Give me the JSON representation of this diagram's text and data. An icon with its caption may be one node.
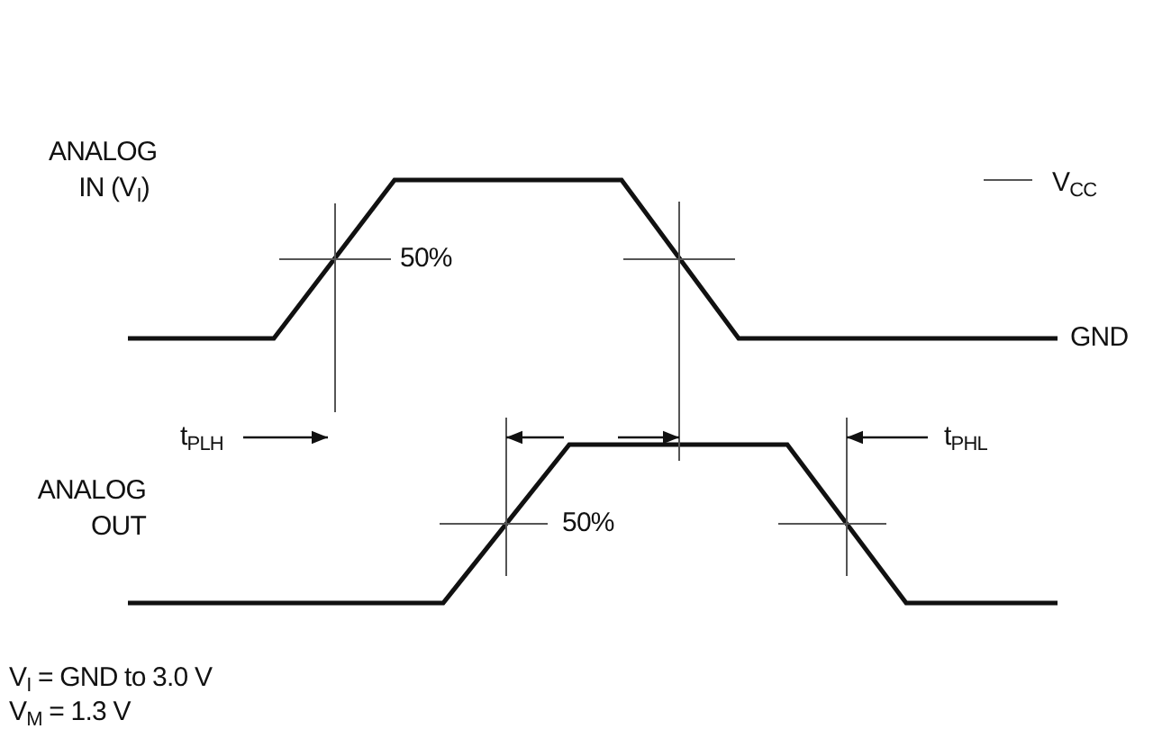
{
  "diagram": {
    "labels": [
      "ANALOG IN (V$_{I}$)",
      "50%",
      "V$_{CC}$",
      "GND",
      "t$_{PLH}$",
      "t$_{PHL}$",
      "ANALOG OUT",
      "50%",
      "V$_{I}$ = GND to 3.0 V",
      "V$_{M}$ = 1.3 V"
    ]
  }
}
